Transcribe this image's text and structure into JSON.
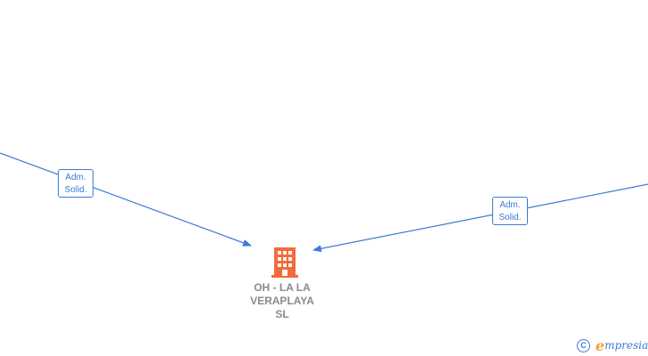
{
  "diagram": {
    "colors": {
      "edge": "#3a7bd5",
      "company_icon": "#f26b3a",
      "company_text": "#8a8a8a"
    },
    "edges": [
      {
        "id": "edge-left",
        "label_line1": "Adm.",
        "label_line2": "Solid."
      },
      {
        "id": "edge-right",
        "label_line1": "Adm.",
        "label_line2": "Solid."
      }
    ],
    "company": {
      "icon": "building-icon",
      "name_line1": "OH -  LA LA",
      "name_line2": "VERAPLAYA",
      "name_line3": "SL"
    }
  },
  "watermark": {
    "icon": "copyright-icon",
    "symbol": "C",
    "brand_e": "e",
    "brand_rest": "mpresia"
  }
}
